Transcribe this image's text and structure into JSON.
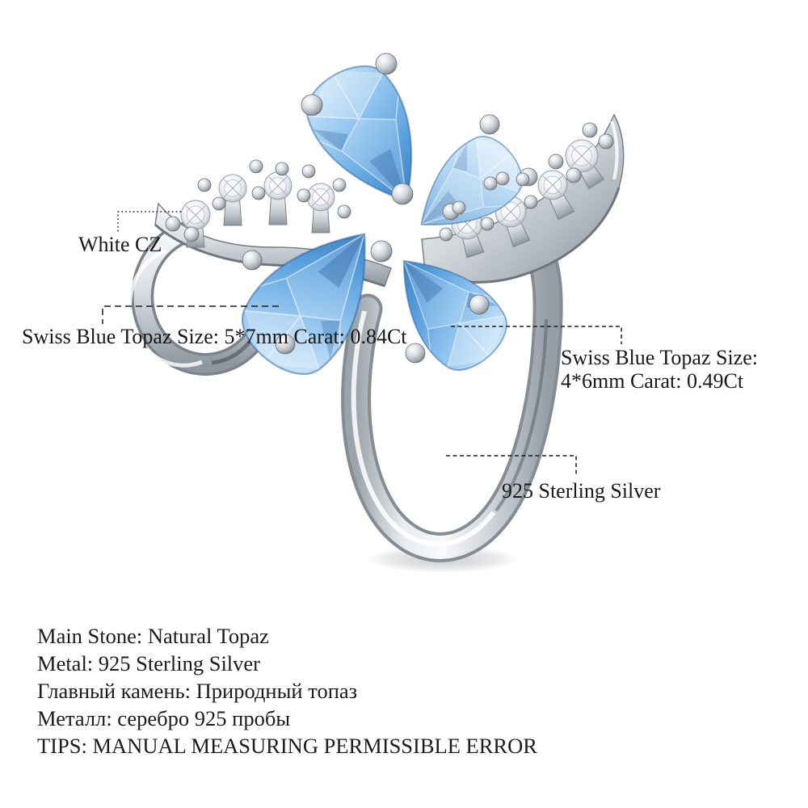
{
  "callouts": {
    "white_cz": {
      "label": "White CZ"
    },
    "topaz_left": {
      "name": "Swiss Blue Topaz",
      "size": "Size: 5*7mm",
      "carat": "Carat: 0.84Ct"
    },
    "topaz_right": {
      "name": "Swiss Blue Topaz",
      "size": "Size: 4*6mm",
      "carat": "Carat: 0.49Ct"
    },
    "metal": {
      "label": "925 Sterling Silver"
    }
  },
  "specs": [
    "Main Stone: Natural Topaz",
    "Metal: 925 Sterling Silver",
    "Главный камень: Природный топаз",
    "Металл: серебро 925 пробы",
    "TIPS: MANUAL MEASURING PERMISSIBLE ERROR"
  ],
  "colors": {
    "background": "#ffffff",
    "text": "#191919",
    "topaz_light": "#cde7f9",
    "topaz_deep": "#3b7cc0",
    "silver_light": "#f6f8f9",
    "silver_dark": "#8d959d",
    "cz_white": "#ffffff"
  }
}
